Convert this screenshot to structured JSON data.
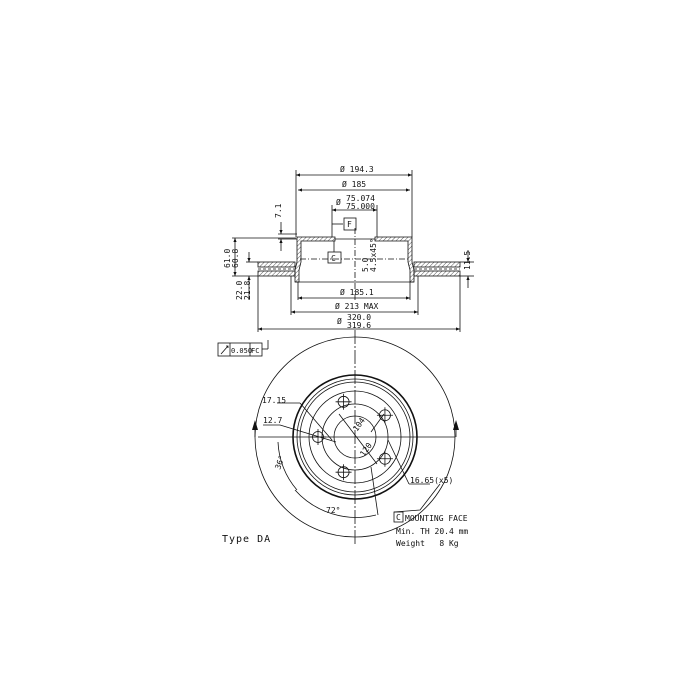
{
  "section_view": {
    "dims": {
      "d_194_3": "Ø 194.3",
      "d_185": "Ø 185",
      "d_75_max": "75.074",
      "d_75_min": "75.000",
      "d_75_symbol": "Ø",
      "d_185_1": "Ø 185.1",
      "d_213": "Ø 213 MAX",
      "d_320_symbol": "Ø",
      "d_320_max": "320.0",
      "d_320_min": "319.6",
      "h_7_1": "7.1",
      "h_61_0": "61.0",
      "h_60_8": "60.8",
      "h_22_0": "22.0",
      "h_21_8": "21.8",
      "h_11_5": "11.5",
      "chamfer_1": "5.0",
      "chamfer_2": "4.5x45°"
    },
    "datum_f": "F",
    "datum_c": "C"
  },
  "tolerance_frame": {
    "symbol": "runout",
    "value": "0.050",
    "datums": "FC"
  },
  "front_view": {
    "dims": {
      "d_17_15": "17.15",
      "d_12_7": "12.7",
      "d_104": "104",
      "d_120": "120",
      "angle_36": "36°",
      "angle_72": "72°",
      "holes": "16.65(x5)"
    }
  },
  "notes": {
    "type": "Type DA",
    "mounting_datum": "C",
    "mounting_face": "MOUNTING FACE",
    "min_th": "Min. TH 20.4 mm",
    "weight": "Weight   8 Kg"
  }
}
